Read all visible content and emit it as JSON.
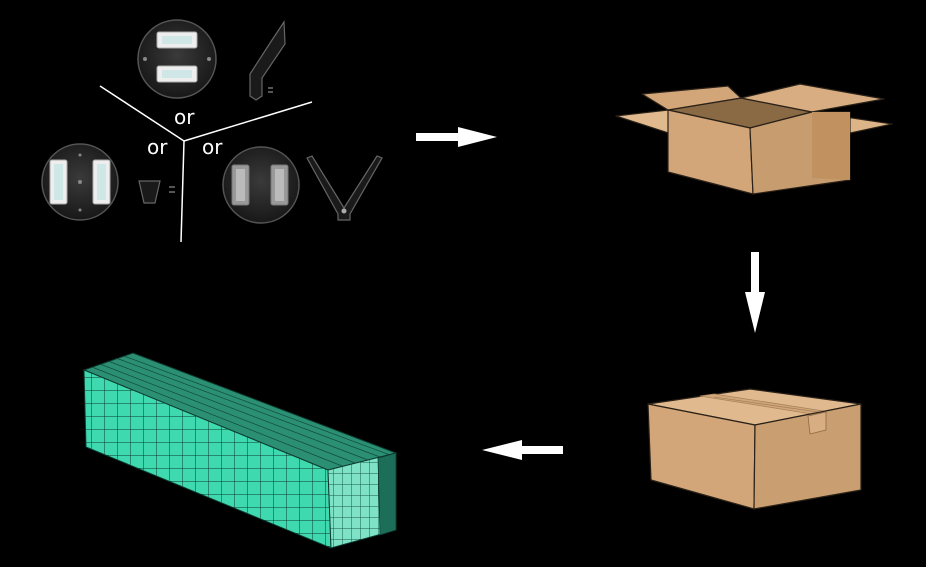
{
  "labels": {
    "or_top": "or",
    "or_left": "or",
    "or_right": "or"
  },
  "colors": {
    "background": "#000000",
    "box_light": "#e0b98e",
    "box_mid": "#d2a679",
    "box_dark": "#c1915f",
    "mesh_fill": "#3fd9b0",
    "mesh_dark": "#1c6e58",
    "arrow": "#ffffff"
  },
  "icons": {
    "step1": "light-fixture-options",
    "step2": "open-cardboard-box-icon",
    "step3": "closed-cardboard-box-icon",
    "step4": "palletized-cartons-stack-icon"
  }
}
